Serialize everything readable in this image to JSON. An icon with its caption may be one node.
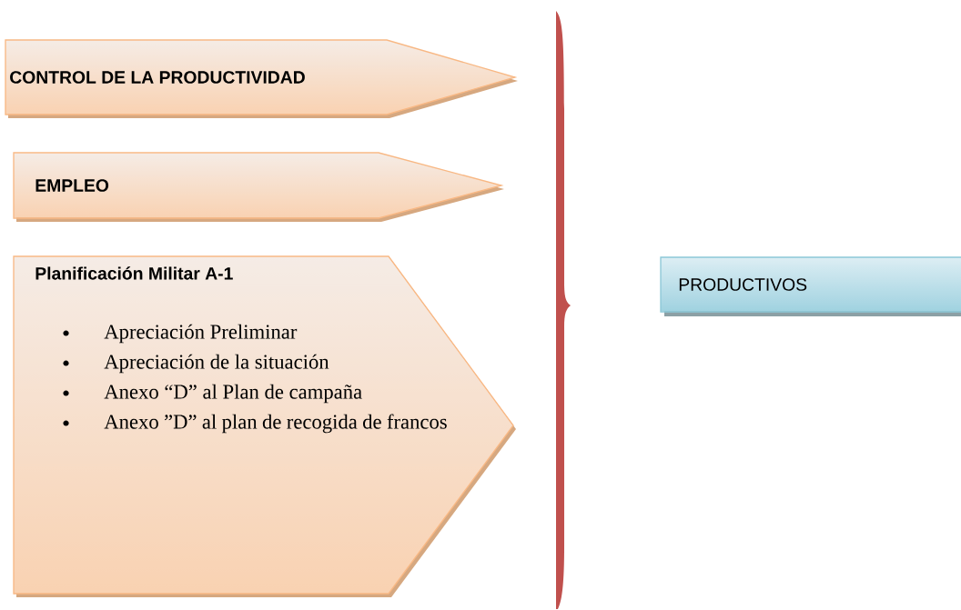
{
  "diagram": {
    "nodes": [
      {
        "text": [
          "CONTROL DE LA PRODUCTIVIDAD"
        ]
      },
      {
        "text": [
          "EMPLEO"
        ]
      },
      {
        "text": [
          "Planificación Militar A-1",
          "Apreciación Preliminar",
          "Apreciación de la situación",
          "Anexo “D” al Plan de campaña",
          "Anexo ”D” al plan de recogida de francos"
        ]
      },
      {
        "text": [
          "PRODUCTIVOS"
        ]
      }
    ]
  }
}
